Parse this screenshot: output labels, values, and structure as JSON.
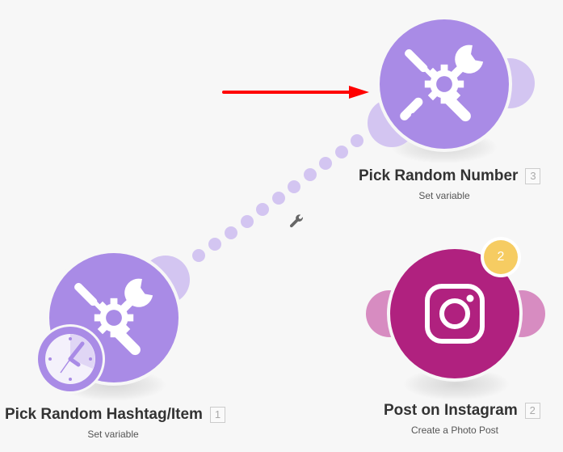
{
  "canvas": {
    "background": "#f7f7f7"
  },
  "colors": {
    "tools_module": "#a98be6",
    "tools_handle": "#d3c5f1",
    "instagram_module": "#b0217f",
    "instagram_handle": "#d78cc1",
    "badge": "#f6cc62",
    "connector_dot": "#d3c5f1",
    "arrow": "#ff0000"
  },
  "nodes": [
    {
      "id": "pick-random-number",
      "title": "Pick Random Number",
      "number": "3",
      "subtitle": "Set variable",
      "icon": "tools-icon"
    },
    {
      "id": "pick-random-hashtag-item",
      "title": "Pick Random Hashtag/Item",
      "number": "1",
      "subtitle": "Set variable",
      "icon": "tools-icon",
      "trigger_icon": "clock-icon"
    },
    {
      "id": "post-on-instagram",
      "title": "Post on Instagram",
      "number": "2",
      "subtitle": "Create a Photo Post",
      "icon": "instagram-icon",
      "badge": "2"
    }
  ],
  "connection": {
    "icon": "wrench-icon"
  },
  "annotation": {
    "type": "red-arrow",
    "points_to": "pick-random-number"
  }
}
